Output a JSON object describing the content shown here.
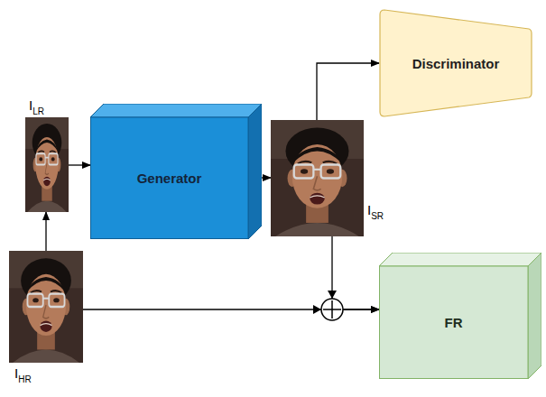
{
  "diagram": {
    "nodes": [
      {
        "text": [
          "I",
          "LR"
        ]
      },
      {
        "text": [
          "Generator"
        ]
      },
      {
        "text": [
          "I",
          "SR"
        ]
      },
      {
        "text": [
          "Discriminator"
        ]
      },
      {
        "text": [
          "I",
          "HR"
        ]
      },
      {
        "text": [
          "FR"
        ]
      }
    ],
    "edges": [
      {
        "from": 0,
        "to": 1,
        "arrow": "to"
      },
      {
        "from": 1,
        "to": 2,
        "arrow": "to"
      },
      {
        "from": 2,
        "to": 3,
        "arrow": "to"
      },
      {
        "from": 2,
        "to": 5,
        "arrow": "to"
      },
      {
        "from": 4,
        "to": 5,
        "arrow": "to"
      },
      {
        "from": 4,
        "to": 0,
        "arrow": "to"
      }
    ]
  }
}
